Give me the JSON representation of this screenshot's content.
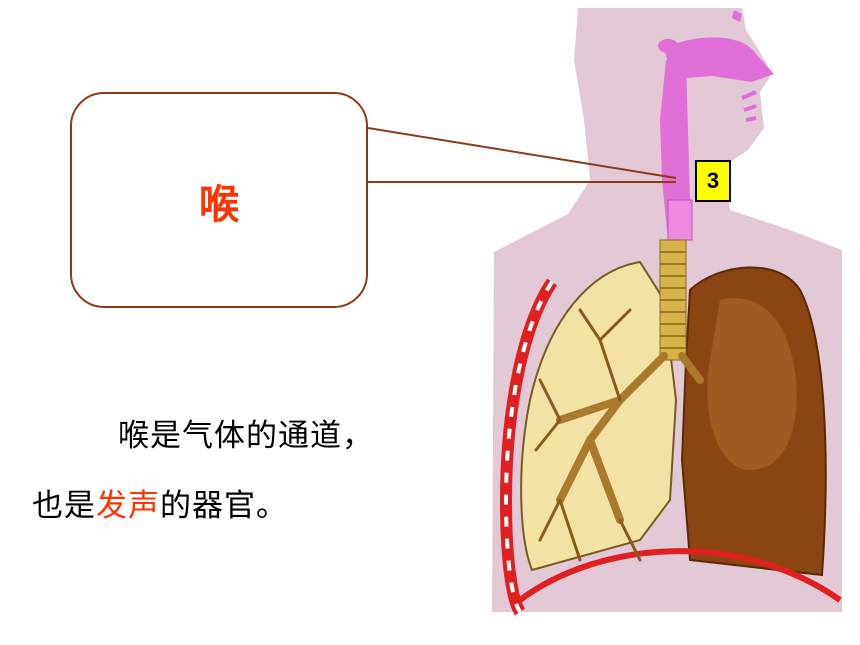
{
  "callout": {
    "term": "喉"
  },
  "marker": {
    "label": "3"
  },
  "description": {
    "line1": "喉是气体的通道，",
    "line2_before": "也是",
    "line2_highlight": "发声",
    "line2_after": "的器官。"
  },
  "colors": {
    "term": "#ff3300",
    "highlight": "#ff3300",
    "callout_border": "#8a3a1a",
    "marker_bg": "#ffff00",
    "airway": "#e070d8",
    "trachea": "#d7b24a",
    "lung_right": "#f3e1a6",
    "lung_left": "#8b4513",
    "body": "#e3c8d6"
  }
}
